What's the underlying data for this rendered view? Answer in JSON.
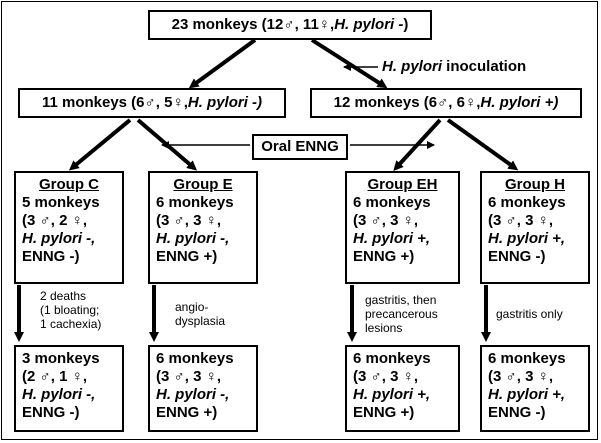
{
  "top": {
    "count": "23 monkeys (12 ",
    "m": "♂",
    "sep": ", 11 ",
    "f": "♀",
    "comma": ", ",
    "hp": "H. pylori -",
    "close": ")"
  },
  "inoculation": {
    "hp": "H. pylori",
    "text": " inoculation"
  },
  "left_parent": {
    "count": "11 monkeys (6 ",
    "m": "♂",
    "sep": ", 5 ",
    "f": "♀",
    "comma": ", ",
    "hp": "H. pylori -)"
  },
  "right_parent": {
    "count": "12 monkeys (6 ",
    "m": "♂",
    "sep": ", 6 ",
    "f": "♀",
    "comma": ", ",
    "hp": "H. pylori +)"
  },
  "oral_enng": "Oral ENNG",
  "groups": [
    {
      "title": "Group C",
      "count": "5 monkeys",
      "sex": "(3 ♂, 2 ♀,",
      "hp": "H. pylori -,",
      "enng": "ENNG -)"
    },
    {
      "title": "Group E",
      "count": "6 monkeys",
      "sex": "(3 ♂, 3 ♀,",
      "hp": "H. pylori -,",
      "enng": "ENNG +)"
    },
    {
      "title": "Group EH",
      "count": "6 monkeys",
      "sex": "(3 ♂, 3 ♀,",
      "hp": "H. pylori +,",
      "enng": "ENNG +)"
    },
    {
      "title": "Group H",
      "count": "6 monkeys",
      "sex": "(3 ♂, 3 ♀,",
      "hp": "H. pylori +,",
      "enng": "ENNG -)"
    }
  ],
  "outcomes": [
    {
      "line1": "2 deaths",
      "line2": "(1 bloating;",
      "line3": "1 cachexia)"
    },
    {
      "line1": "angio-",
      "line2": "dysplasia",
      "line3": ""
    },
    {
      "line1": "gastritis, then",
      "line2": "precancerous",
      "line3": "lesions"
    },
    {
      "line1": "gastritis only",
      "line2": "",
      "line3": ""
    }
  ],
  "finals": [
    {
      "count": "3 monkeys",
      "sex": "(2 ♂, 1 ♀,",
      "hp": "H. pylori -,",
      "enng": "ENNG -)"
    },
    {
      "count": "6 monkeys",
      "sex": "(3 ♂, 3 ♀,",
      "hp": "H. pylori -,",
      "enng": "ENNG +)"
    },
    {
      "count": "6 monkeys",
      "sex": "(3 ♂, 3 ♀,",
      "hp": "H. pylori +,",
      "enng": "ENNG +)"
    },
    {
      "count": "6 monkeys",
      "sex": "(3 ♂, 3 ♀,",
      "hp": "H. pylori +,",
      "enng": "ENNG -)"
    }
  ]
}
